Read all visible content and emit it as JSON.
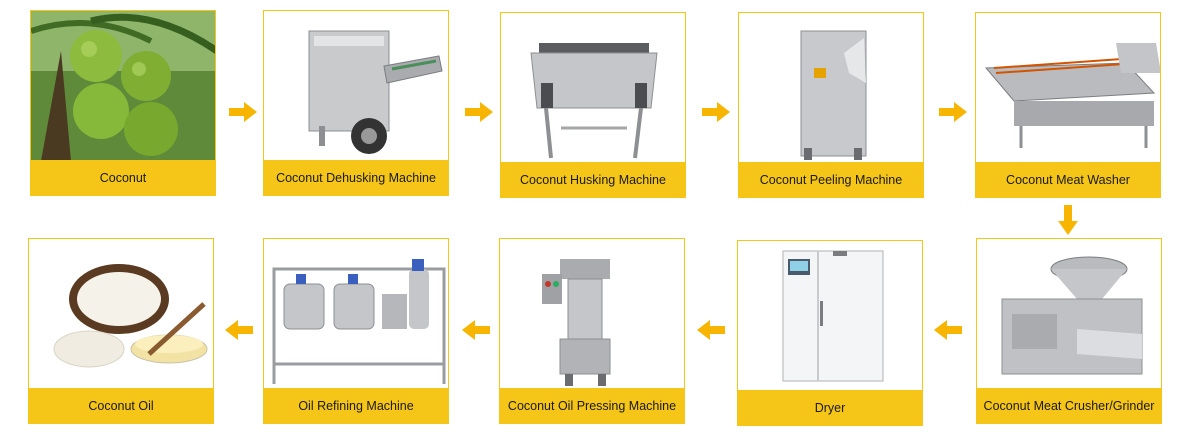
{
  "colors": {
    "accent": "#f5c518",
    "arrow": "#f7b500"
  },
  "steps": [
    {
      "label": "Coconut",
      "icon": "coconut-photo"
    },
    {
      "label": "Coconut Dehusking Machine",
      "icon": "dehusking-machine-photo"
    },
    {
      "label": "Coconut Husking Machine",
      "icon": "husking-machine-photo"
    },
    {
      "label": "Coconut Peeling Machine",
      "icon": "peeling-machine-photo"
    },
    {
      "label": "Coconut Meat Washer",
      "icon": "meat-washer-photo"
    },
    {
      "label": "Coconut Meat Crusher/Grinder",
      "icon": "crusher-grinder-photo"
    },
    {
      "label": "Dryer",
      "icon": "dryer-photo"
    },
    {
      "label": "Coconut Oil Pressing Machine",
      "icon": "oil-press-photo"
    },
    {
      "label": "Oil Refining Machine",
      "icon": "refining-machine-photo"
    },
    {
      "label": "Coconut Oil",
      "icon": "coconut-oil-photo"
    }
  ]
}
